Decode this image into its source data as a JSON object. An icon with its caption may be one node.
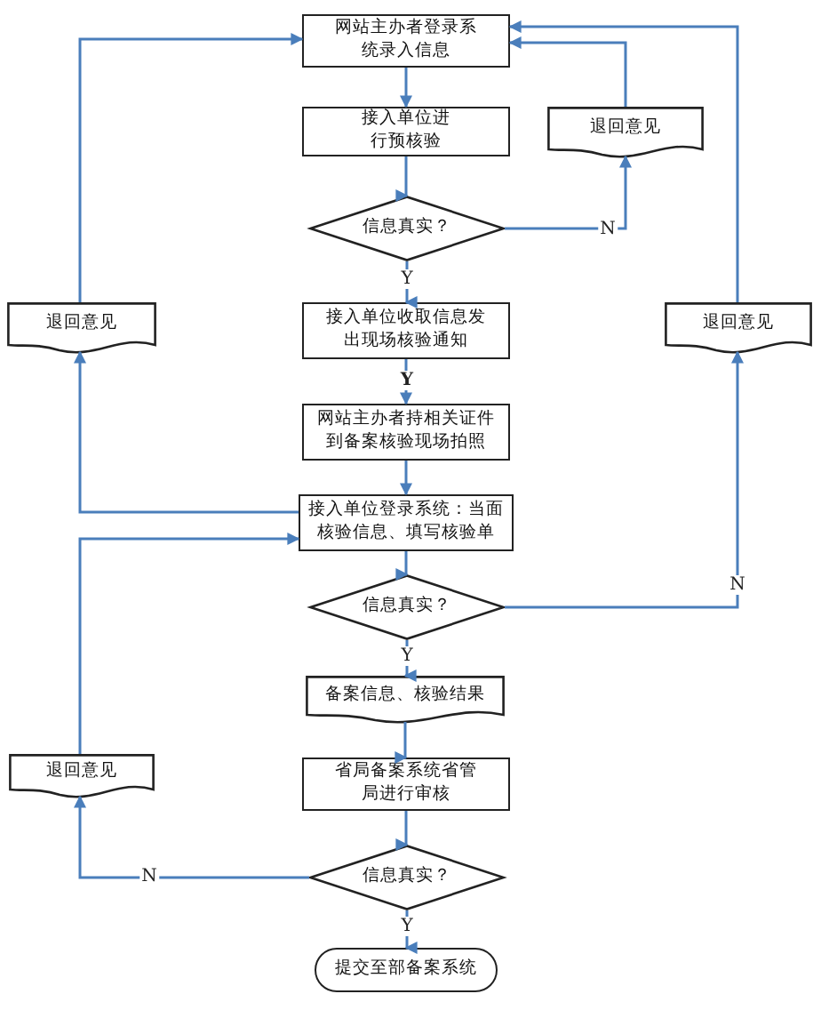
{
  "diagram": {
    "nodes": [
      {
        "text": [
          "网站主办者登录系统录入信息"
        ]
      },
      {
        "text": [
          "接入单位进行预核验"
        ]
      },
      {
        "text": [
          "信息真实？"
        ]
      },
      {
        "text": [
          "退回意见"
        ]
      },
      {
        "text": [
          "接入单位收取信息发出现场核验通知"
        ]
      },
      {
        "text": [
          "退回意见"
        ]
      },
      {
        "text": [
          "退回意见"
        ]
      },
      {
        "text": [
          "网站主办者持相关证件到备案核验现场拍照"
        ]
      },
      {
        "text": [
          "接入单位登录系统：当面核验信息、填写核验单"
        ]
      },
      {
        "text": [
          "信息真实？"
        ]
      },
      {
        "text": [
          "备案信息、核验结果"
        ]
      },
      {
        "text": [
          "省局备案系统省管局进行审核"
        ]
      },
      {
        "text": [
          "退回意见"
        ]
      },
      {
        "text": [
          "信息真实？"
        ]
      },
      {
        "text": [
          "提交至部备案系统"
        ]
      }
    ],
    "edges": [
      {
        "from": 0,
        "to": 1,
        "arrow": "to"
      },
      {
        "from": 1,
        "to": 2,
        "arrow": "to"
      },
      {
        "from": 2,
        "to": 3,
        "arrow": "to",
        "label": "N"
      },
      {
        "from": 3,
        "to": 0,
        "arrow": "to"
      },
      {
        "from": 2,
        "to": 4,
        "arrow": "to",
        "label": "Y"
      },
      {
        "from": 4,
        "to": 7,
        "arrow": "to",
        "label": "Y"
      },
      {
        "from": 7,
        "to": 8,
        "arrow": "to"
      },
      {
        "from": 8,
        "to": 5,
        "arrow": "to"
      },
      {
        "from": 5,
        "to": 0,
        "arrow": "to"
      },
      {
        "from": 8,
        "to": 9,
        "arrow": "to"
      },
      {
        "from": 9,
        "to": 6,
        "arrow": "to",
        "label": "N"
      },
      {
        "from": 6,
        "to": 0,
        "arrow": "to"
      },
      {
        "from": 9,
        "to": 10,
        "arrow": "to",
        "label": "Y"
      },
      {
        "from": 10,
        "to": 11,
        "arrow": "to"
      },
      {
        "from": 11,
        "to": 13,
        "arrow": "to"
      },
      {
        "from": 13,
        "to": 12,
        "arrow": "to",
        "label": "N"
      },
      {
        "from": 12,
        "to": 8,
        "arrow": "to"
      },
      {
        "from": 13,
        "to": 14,
        "arrow": "to",
        "label": "Y"
      }
    ]
  }
}
